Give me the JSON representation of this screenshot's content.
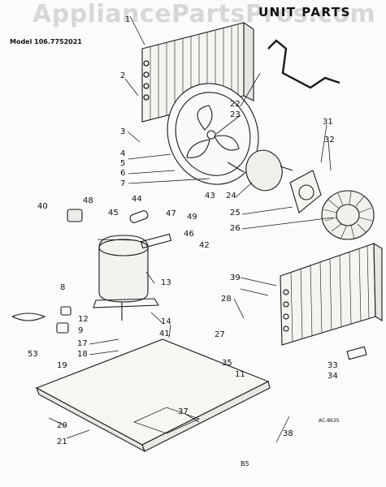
{
  "watermark": "AppliancePartsPros.com",
  "header": {
    "title": "UNIT PARTS",
    "model": "Model 106.7752021"
  },
  "diagram_code": "AC-8635",
  "footer_mark": "B5",
  "callouts": [
    "1",
    "2",
    "3",
    "4",
    "5",
    "6",
    "7",
    "8",
    "9",
    "12",
    "13",
    "14",
    "17",
    "18",
    "19",
    "20",
    "21",
    "22",
    "23",
    "24",
    "25",
    "26",
    "27",
    "28",
    "31",
    "32",
    "33",
    "34",
    "35",
    "37",
    "38",
    "39",
    "40",
    "41",
    "42",
    "43",
    "44",
    "45",
    "46",
    "47",
    "48",
    "49",
    "53",
    "11"
  ]
}
